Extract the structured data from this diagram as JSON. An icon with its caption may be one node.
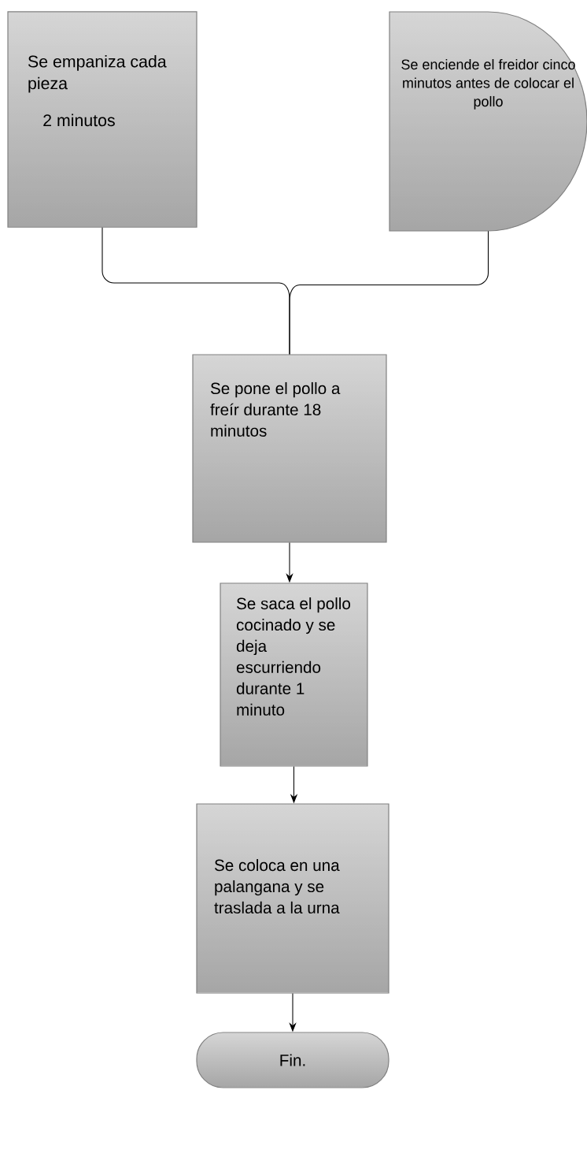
{
  "diagram": {
    "nodes": [
      {
        "text": [
          "Se empaniza cada pieza",
          "2 minutos"
        ]
      },
      {
        "text": [
          "Se enciende el freidor cinco minutos antes de colocar el pollo"
        ]
      },
      {
        "text": [
          "Se pone el pollo a freír durante 18 minutos"
        ]
      },
      {
        "text": [
          "Se saca el pollo cocinado y se deja escurriendo durante 1 minuto"
        ]
      },
      {
        "text": [
          "Se coloca en una palangana y se traslada a la urna"
        ]
      },
      {
        "text": [
          "Fin."
        ]
      }
    ],
    "edges": [
      {
        "from": 0,
        "to": 2,
        "arrow": "none"
      },
      {
        "from": 1,
        "to": 2,
        "arrow": "none"
      },
      {
        "from": 2,
        "to": 3,
        "arrow": "to"
      },
      {
        "from": 3,
        "to": 4,
        "arrow": "to"
      },
      {
        "from": 4,
        "to": 5,
        "arrow": "to"
      }
    ]
  }
}
